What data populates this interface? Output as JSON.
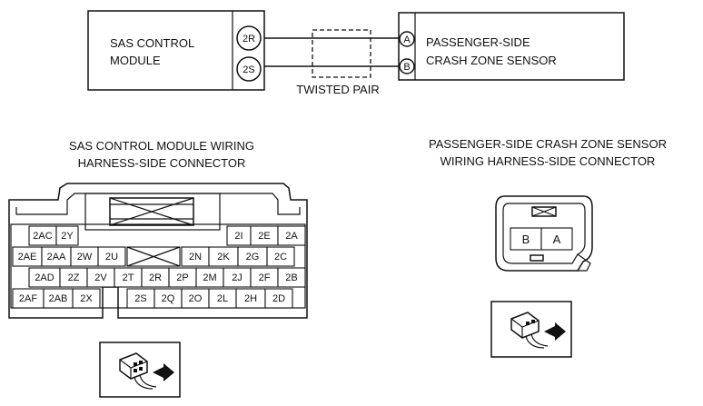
{
  "schematic": {
    "module_label": [
      "SAS CONTROL",
      "MODULE"
    ],
    "module_terminals": [
      "2R",
      "2S"
    ],
    "sensor_terminals": [
      "A",
      "B"
    ],
    "sensor_label": [
      "PASSENGER-SIDE",
      "CRASH ZONE SENSOR"
    ],
    "twisted_pair_label": "TWISTED PAIR"
  },
  "sas_connector": {
    "title": [
      "SAS CONTROL MODULE WIRING",
      "HARNESS-SIDE CONNECTOR"
    ],
    "rows": [
      [
        "2AC",
        "2Y",
        "2I",
        "2E",
        "2A"
      ],
      [
        "2AE",
        "2AA",
        "2W",
        "2U",
        "2N",
        "2K",
        "2G",
        "2C"
      ],
      [
        "2AD",
        "2Z",
        "2V",
        "2T",
        "2R",
        "2P",
        "2M",
        "2J",
        "2F",
        "2B"
      ],
      [
        "2AF",
        "2AB",
        "2X",
        "2S",
        "2Q",
        "2O",
        "2L",
        "2H",
        "2D"
      ]
    ]
  },
  "sensor_connector": {
    "title": [
      "PASSENGER-SIDE CRASH ZONE SENSOR",
      "WIRING HARNESS-SIDE CONNECTOR"
    ],
    "pins": [
      "B",
      "A"
    ]
  },
  "icons": [
    "harness-side-view-icon",
    "harness-side-view-icon"
  ]
}
